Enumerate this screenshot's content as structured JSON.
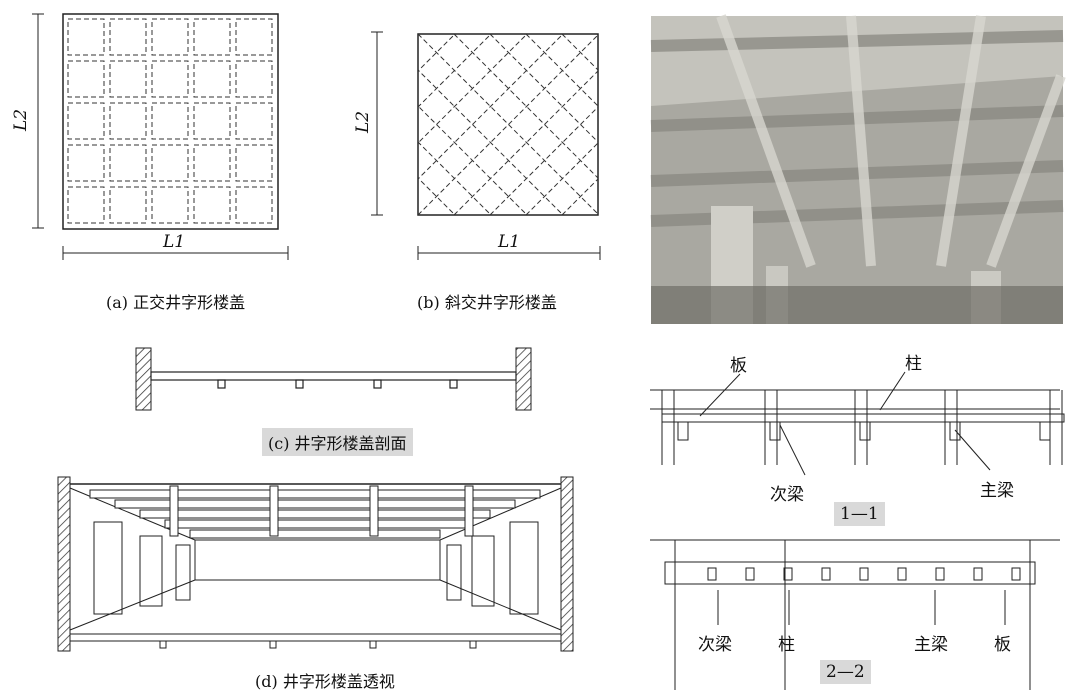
{
  "figure_a": {
    "caption": "(a) 正交井字形楼盖",
    "dim_x": "L1",
    "dim_y": "L2"
  },
  "figure_b": {
    "caption": "(b) 斜交井字形楼盖",
    "dim_x": "L1",
    "dim_y": "L2"
  },
  "figure_c": {
    "caption": "(c) 井字形楼盖剖面"
  },
  "figure_d": {
    "caption": "(d) 井字形楼盖透视"
  },
  "section_1": {
    "title": "1—1",
    "labels": {
      "slab": "板",
      "column": "柱",
      "secondary_beam": "次梁",
      "main_beam": "主梁"
    }
  },
  "section_2": {
    "title": "2—2",
    "labels": {
      "secondary_beam": "次梁",
      "column": "柱",
      "main_beam": "主梁",
      "slab": "板"
    }
  },
  "photo": {
    "subject": "waffle-slab-ceiling-photo"
  }
}
